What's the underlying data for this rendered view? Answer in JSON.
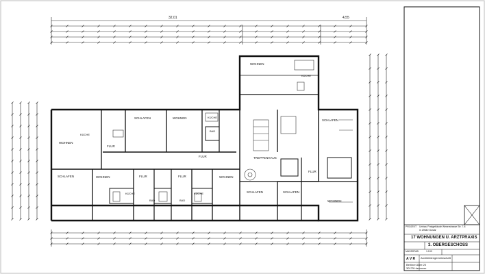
{
  "plan": {
    "rooms": {
      "wohnen_top": "WOHNEN",
      "wohnen_left": "WOHNEN",
      "kueche_left": "KÜCHE",
      "schlafen_1": "SCHLAFEN",
      "wohnen_2": "WOHNEN",
      "kueche_2": "KÜCHE",
      "bad_1": "BAD",
      "flur_1": "FLUR",
      "kueche_top": "KÜCHE",
      "treppenhaus": "TREPPENHAUS",
      "schlafen_right": "SCHLAFEN",
      "flur_center": "FLUR",
      "flur_right": "FLUR",
      "schlafen_lower_left": "SCHLAFEN",
      "wohnen_lower_1": "WOHNEN",
      "flur_lower_1": "FLUR",
      "flur_lower_2": "FLUR",
      "wohnen_lower_2": "WOHNEN",
      "kueche_lower_1": "KÜCHE",
      "bad_lower_1": "BAD",
      "bad_lower_2": "BAD",
      "kueche_lower_2": "KÜCHE",
      "schlafen_lower_c1": "SCHLAFEN",
      "schlafen_lower_c2": "SCHLAFEN",
      "wohnen_lower_right": "WOHNEN"
    },
    "dimensions": {
      "top_overall": "32,01",
      "top_right": "4,55"
    }
  },
  "title_block": {
    "project_label": "PROJEKT",
    "project_line": "Umbau Postgebäude  Weserstrasse Str. 7-8",
    "project_line2": "in 29640 Goslar",
    "title": "17 WOHNUNGEN U. ARZTPRAXIS",
    "sheet": "3. OBERGESCHOSS",
    "scale_label": "MASSSTAB",
    "scale_value": "1:100",
    "office_name": "Architektengemeinschaft",
    "firm_short": "A V R",
    "address_line1": "Berliner Allee 20",
    "address_line2": "30175 Hannover"
  }
}
